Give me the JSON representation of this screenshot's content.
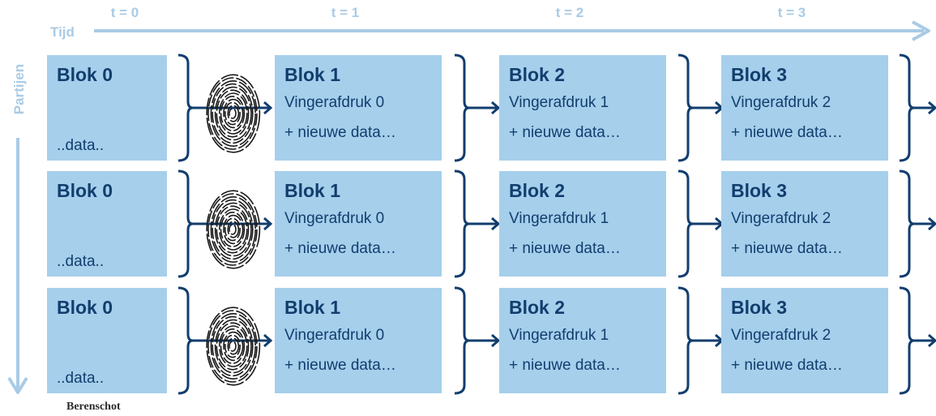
{
  "time_labels": [
    "t = 0",
    "t = 1",
    "t = 2",
    "t = 3"
  ],
  "axis": {
    "time": "Tijd",
    "parties": "Partijen"
  },
  "rows": [
    {
      "genesis": {
        "title": "Blok 0",
        "text": "..data.."
      },
      "blocks": [
        {
          "title": "Blok 1",
          "fingerprint": "Vingerafdruk 0",
          "text": "+ nieuwe data…"
        },
        {
          "title": "Blok 2",
          "fingerprint": "Vingerafdruk 1",
          "text": "+ nieuwe data…"
        },
        {
          "title": "Blok 3",
          "fingerprint": "Vingerafdruk 2",
          "text": "+ nieuwe data…"
        }
      ]
    },
    {
      "genesis": {
        "title": "Blok 0",
        "text": "..data.."
      },
      "blocks": [
        {
          "title": "Blok 1",
          "fingerprint": "Vingerafdruk 0",
          "text": "+ nieuwe data…"
        },
        {
          "title": "Blok 2",
          "fingerprint": "Vingerafdruk 1",
          "text": "+ nieuwe data…"
        },
        {
          "title": "Blok 3",
          "fingerprint": "Vingerafdruk 2",
          "text": "+ nieuwe data…"
        }
      ]
    },
    {
      "genesis": {
        "title": "Blok 0",
        "text": "..data.."
      },
      "blocks": [
        {
          "title": "Blok 1",
          "fingerprint": "Vingerafdruk 0",
          "text": "+ nieuwe data…"
        },
        {
          "title": "Blok 2",
          "fingerprint": "Vingerafdruk 1",
          "text": "+ nieuwe data…"
        },
        {
          "title": "Blok 3",
          "fingerprint": "Vingerafdruk 2",
          "text": "+ nieuwe data…"
        }
      ]
    }
  ],
  "icons": {
    "fingerprint": "fingerprint-icon"
  },
  "brand": "Berenschot",
  "colors": {
    "block_fill": "#a6cfec",
    "text_dark": "#123e6e",
    "axis_light": "#a9cbe6",
    "bracket": "#123e6e"
  }
}
